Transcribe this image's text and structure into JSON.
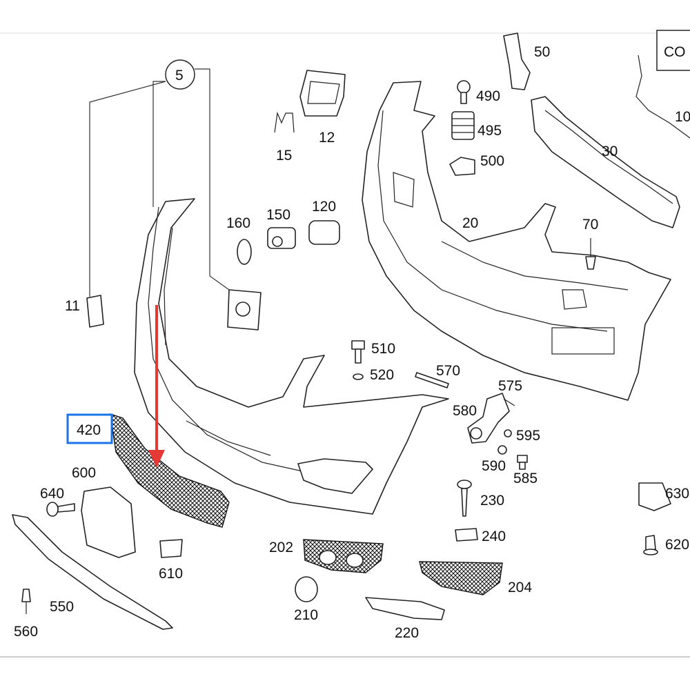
{
  "header_box": {
    "text": "CO"
  },
  "callouts": {
    "c5": "5",
    "c11": "11",
    "c12": "12",
    "c15": "15",
    "c160": "160",
    "c150": "150",
    "c120": "120",
    "c50": "50",
    "c490": "490",
    "c495": "495",
    "c500": "500",
    "c30": "30",
    "c10": "10",
    "c20": "20",
    "c70": "70",
    "c510": "510",
    "c520": "520",
    "c570": "570",
    "c575": "575",
    "c580": "580",
    "c595": "595",
    "c590": "590",
    "c585": "585",
    "c420": "420",
    "c600": "600",
    "c640": "640",
    "c610": "610",
    "c230": "230",
    "c240": "240",
    "c630": "630",
    "c620": "620",
    "c202": "202",
    "c204": "204",
    "c210": "210",
    "c220": "220",
    "c550": "550",
    "c560": "560"
  },
  "highlight": {
    "label_key": "420",
    "box_color": "#1a73e8",
    "arrow_color": "#e53935"
  }
}
